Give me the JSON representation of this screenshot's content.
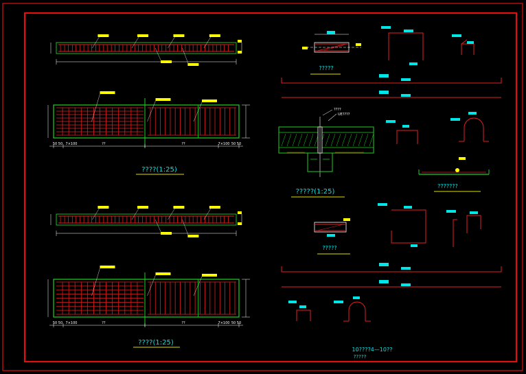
{
  "colors": {
    "frame": "#e01010",
    "rebar": "#e02020",
    "concrete": "#20d020",
    "dim": "#ffffff",
    "label": "#00e5e5",
    "note": "#ffff00"
  },
  "labels": {
    "plan_top": "????(1:25)",
    "plan_bottom": "????(1:25)",
    "joint_detail": "?????(1:25)",
    "section_a": "?????",
    "section_b": "?????",
    "hook_detail": "???????",
    "footer_line1": "10????4—10??",
    "footer_line2": "?????",
    "joint_note1": "????",
    "joint_note2": "UE????"
  },
  "dims": {
    "span_left": "??",
    "span_right": "??",
    "spacing_left": "7×100",
    "spacing_right": "7×100",
    "end_left": "50 50",
    "end_right": "50 50",
    "width": "1000",
    "height": "400"
  }
}
